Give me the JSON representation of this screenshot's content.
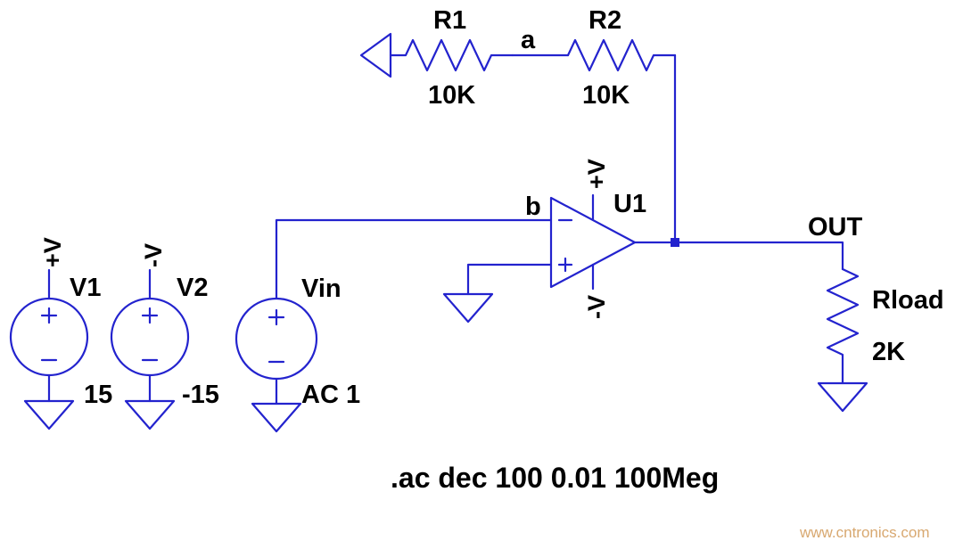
{
  "colors": {
    "wire": "#2323ce",
    "label": "#000000",
    "watermark": "#d8a870",
    "background": "#ffffff"
  },
  "labels": {
    "r1_name": "R1",
    "r1_value": "10K",
    "r2_name": "R2",
    "r2_value": "10K",
    "node_a": "a",
    "node_b": "b",
    "node_out": "OUT",
    "opamp_name": "U1",
    "opamp_pos_rail": "+V",
    "opamp_neg_rail": "-V",
    "v1_name": "V1",
    "v1_value": "15",
    "v1_rail": "+V",
    "v2_name": "V2",
    "v2_value": "-15",
    "v2_rail": "-V",
    "vin_name": "Vin",
    "vin_value": "AC 1",
    "rload_name": "Rload",
    "rload_value": "2K",
    "directive": ".ac dec 100 0.01 100Meg",
    "watermark": "www.cntronics.com"
  }
}
